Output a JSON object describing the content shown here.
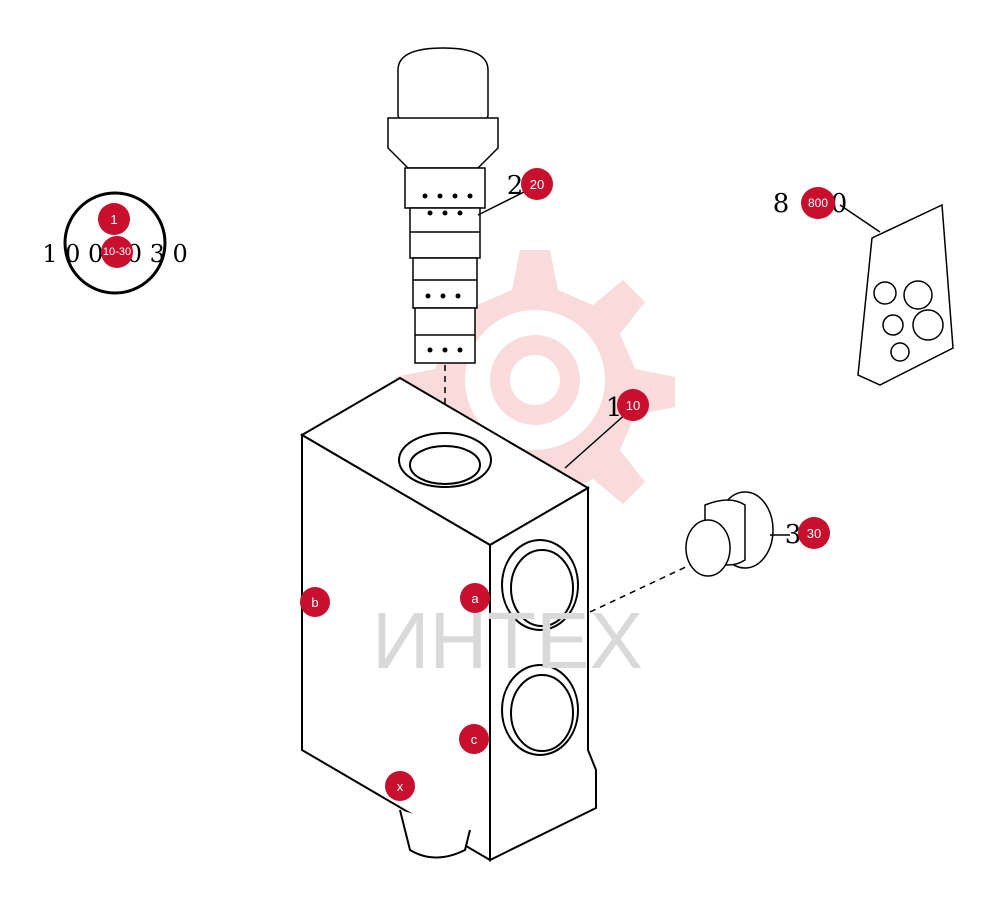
{
  "colors": {
    "accent": "#c8102e",
    "watermark": "#f6c9c9",
    "line": "#000000"
  },
  "watermark": {
    "text": "ИНТЕХ",
    "icon": "gear-logo-icon"
  },
  "assembly_ref": {
    "badge": "1",
    "caption": "1 0  0-30  3 0",
    "sub_badge": "10-30"
  },
  "callouts": {
    "c20": {
      "number": "2",
      "badge": "20"
    },
    "c10": {
      "number": "1",
      "badge": "10"
    },
    "c30": {
      "number": "3",
      "badge": "30"
    },
    "c800": {
      "number": "8",
      "tail": "0",
      "badge": "800"
    }
  },
  "ports": {
    "a": "a",
    "b": "b",
    "c": "c",
    "x": "x"
  }
}
